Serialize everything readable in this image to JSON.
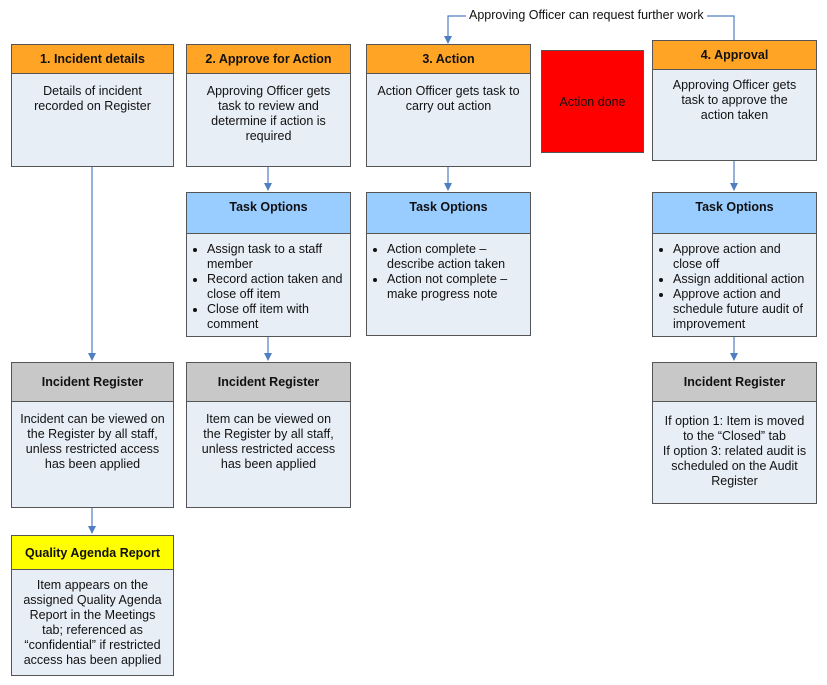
{
  "top_note": "Approving Officer can request further work",
  "action_done": "Action done",
  "col1": {
    "title": "1. Incident details",
    "body": "Details of incident recorded on Register",
    "register_title": "Incident Register",
    "register_body": "Incident can be viewed on the Register by all staff, unless restricted access has been applied",
    "report_title": "Quality Agenda Report",
    "report_body": "Item appears on the assigned Quality Agenda Report in the Meetings tab; referenced as “confidential” if restricted access has been applied"
  },
  "col2": {
    "title": "2. Approve for Action",
    "body": "Approving Officer gets task to review and determine if action is required",
    "options_title": "Task Options",
    "options": [
      "Assign task to a staff member",
      "Record action taken and close off item",
      "Close off item with comment"
    ],
    "register_title": "Incident Register",
    "register_body": "Item can be viewed on the Register by all staff, unless restricted access has been applied"
  },
  "col3": {
    "title": "3. Action",
    "body": "Action Officer gets task to carry out action",
    "options_title": "Task Options",
    "options": [
      "Action complete – describe action taken",
      "Action not complete – make progress note"
    ]
  },
  "col4": {
    "title": "4. Approval",
    "body": "Approving Officer gets task to approve the action taken",
    "options_title": "Task Options",
    "options": [
      "Approve action and close off",
      "Assign additional action",
      "Approve action and schedule future audit of improvement"
    ],
    "register_title": "Incident Register",
    "register_body": "If option 1: Item is moved to the “Closed” tab\nIf option 3: related audit is scheduled on the Audit Register"
  },
  "colors": {
    "header_orange": "#ffa425",
    "header_blue": "#99ccff",
    "header_gray": "#c8c8c8",
    "header_yellow": "#ffff00",
    "body_fill": "#e8eef6",
    "action_done_fill": "#ff0000",
    "connector": "#4f7fc0"
  }
}
